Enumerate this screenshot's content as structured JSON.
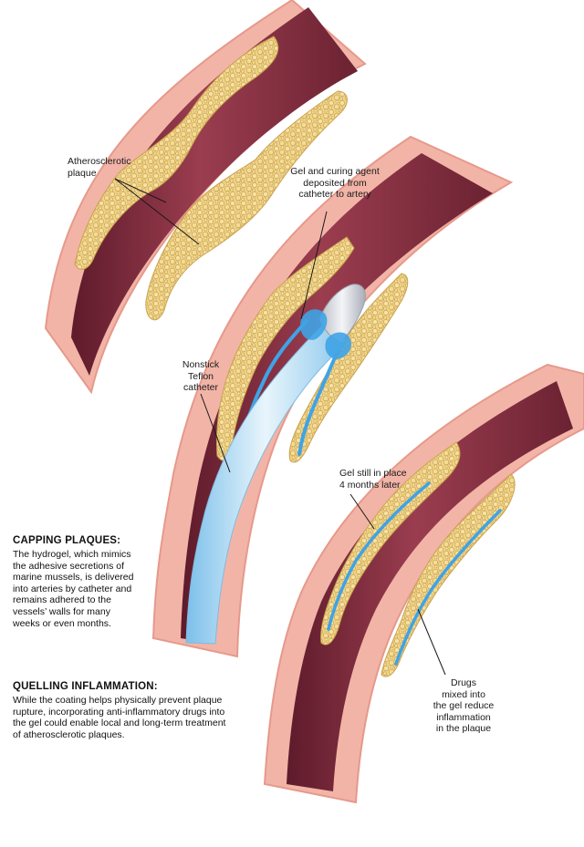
{
  "labels": {
    "plaque": "Atherosclerotic\nplaque",
    "gel_agent": "Gel and curing agent\ndeposited from\ncatheter to artery",
    "catheter": "Nonstick\nTeflon\ncatheter",
    "gel_later": "Gel still in place\n4 months later",
    "drugs": "Drugs\nmixed into\nthe gel reduce\ninflammation\nin the plaque"
  },
  "sections": [
    {
      "heading": "CAPPING PLAQUES:",
      "body": "The hydrogel, which mimics the adhesive secretions of marine mussels, is delivered into arteries by catheter and remains adhered to the vessels’ walls for many weeks or even months."
    },
    {
      "heading": "QUELLING INFLAMMATION:",
      "body": "While the coating helps physically prevent plaque rupture, incorporating anti-inflammatory drugs into the gel could enable local and long-term treatment of atherosclerotic plaques."
    }
  ],
  "colors": {
    "wall": "#f2b4a7",
    "wall_edge": "#e6998b",
    "lumen": "#8e3445",
    "lumen_dark": "#5e1b2b",
    "plaque": "#f1d488",
    "plaque_edge": "#c9a24e",
    "gel": "#3fa3e6",
    "catheter": "#bfe0f5"
  }
}
